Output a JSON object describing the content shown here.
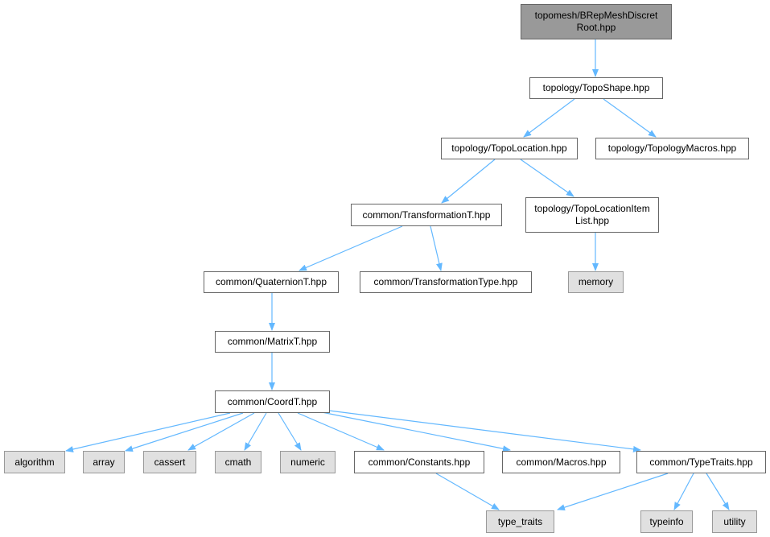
{
  "graph": {
    "root": {
      "line1": "topomesh/BRepMeshDiscret",
      "line2": "Root.hpp"
    },
    "nodes": {
      "topo_shape": "topology/TopoShape.hpp",
      "topo_location": "topology/TopoLocation.hpp",
      "topology_macros": "topology/TopologyMacros.hpp",
      "transformation_t": "common/TransformationT.hpp",
      "topo_location_item_list": {
        "line1": "topology/TopoLocationItem",
        "line2": "List.hpp"
      },
      "quaternion_t": "common/QuaternionT.hpp",
      "transformation_type": "common/TransformationType.hpp",
      "memory": "memory",
      "matrix_t": "common/MatrixT.hpp",
      "coord_t": "common/CoordT.hpp",
      "algorithm": "algorithm",
      "array": "array",
      "cassert": "cassert",
      "cmath": "cmath",
      "numeric": "numeric",
      "constants": "common/Constants.hpp",
      "macros": "common/Macros.hpp",
      "type_traits_hpp": "common/TypeTraits.hpp",
      "type_traits": "type_traits",
      "typeinfo": "typeinfo",
      "utility": "utility"
    },
    "colors": {
      "edge": "#63b8ff",
      "root_fill": "#999999",
      "external_fill": "#e0e0e0",
      "border": "#666666"
    }
  }
}
